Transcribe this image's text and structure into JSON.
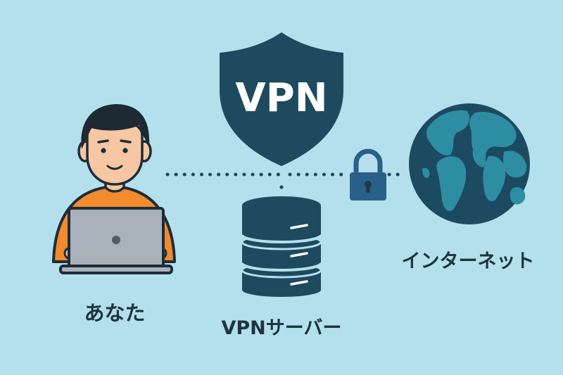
{
  "labels": {
    "shield": "VPN",
    "you": "あなた",
    "server": "VPNサーバー",
    "internet": "インターネット"
  },
  "icons": {
    "user": "person-with-laptop-icon",
    "shield": "shield-icon",
    "server": "database-server-icon",
    "lock": "padlock-icon",
    "globe": "globe-icon"
  },
  "colors": {
    "background": "#b3e0ec",
    "navy": "#1d4a5e",
    "shirt": "#f28a2e",
    "laptop": "#a9b2bb",
    "globe_ocean": "#1c4a60",
    "globe_land": "#2d8da2",
    "lock": "#2a5f88",
    "text": "#1f3340"
  }
}
